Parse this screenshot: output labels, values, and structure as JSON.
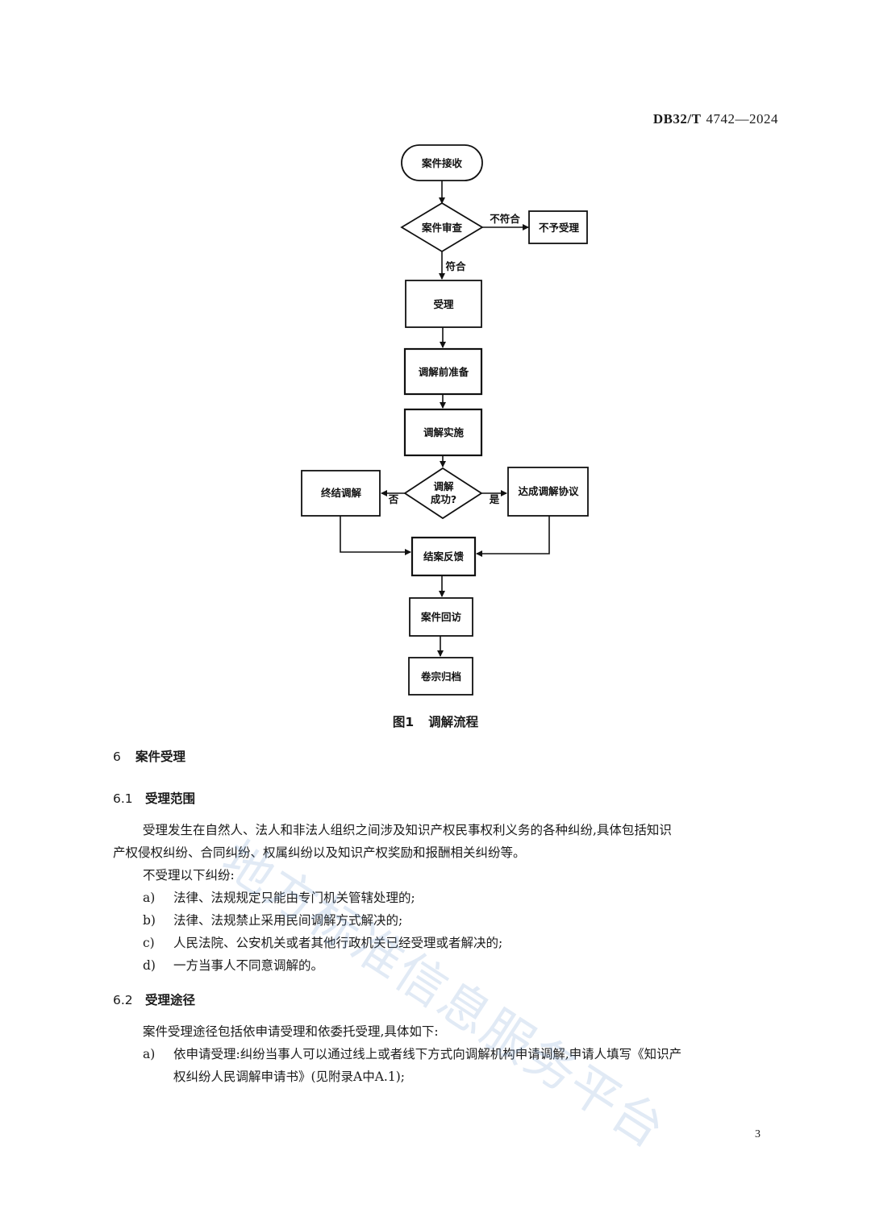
{
  "header": {
    "code_prefix": "DB32/T",
    "code_number": "4742—2024"
  },
  "flowchart": {
    "nodes": {
      "receive": "案件接收",
      "review": "案件审查",
      "reject": "不予受理",
      "accept": "受理",
      "prepare": "调解前准备",
      "implement": "调解实施",
      "success_q_line1": "调解",
      "success_q_line2": "成功?",
      "terminate": "终结调解",
      "agreement": "达成调解协议",
      "feedback": "结案反馈",
      "revisit": "案件回访",
      "archive": "卷宗归档"
    },
    "edges": {
      "not_qualified": "不符合",
      "qualified": "符合",
      "no": "否",
      "yes": "是"
    }
  },
  "figure": {
    "label": "图1",
    "title": "调解流程"
  },
  "section6": {
    "num": "6",
    "title": "案件受理",
    "s61": {
      "num": "6.1",
      "title": "受理范围",
      "para_line1": "受理发生在自然人、法人和非法人组织之间涉及知识产权民事权利义务的各种纠纷,具体包括知识",
      "para_line2": "产权侵权纠纷、合同纠纷、权属纠纷以及知识产权奖励和报酬相关纠纷等。",
      "not_accept_intro": "不受理以下纠纷:",
      "items": [
        {
          "label": "a)",
          "text": "法律、法规规定只能由专门机关管辖处理的;"
        },
        {
          "label": "b)",
          "text": "法律、法规禁止采用民间调解方式解决的;"
        },
        {
          "label": "c)",
          "text": "人民法院、公安机关或者其他行政机关已经受理或者解决的;"
        },
        {
          "label": "d)",
          "text": "一方当事人不同意调解的。"
        }
      ]
    },
    "s62": {
      "num": "6.2",
      "title": "受理途径",
      "intro": "案件受理途径包括依申请受理和依委托受理,具体如下:",
      "item_a_label": "a)",
      "item_a_line1": "依申请受理:纠纷当事人可以通过线上或者线下方式向调解机构申请调解,申请人填写《知识产",
      "item_a_line2": "权纠纷人民调解申请书》(见附录A中A.1);"
    }
  },
  "watermark": "地方标准信息服务平台",
  "page_number": "3"
}
